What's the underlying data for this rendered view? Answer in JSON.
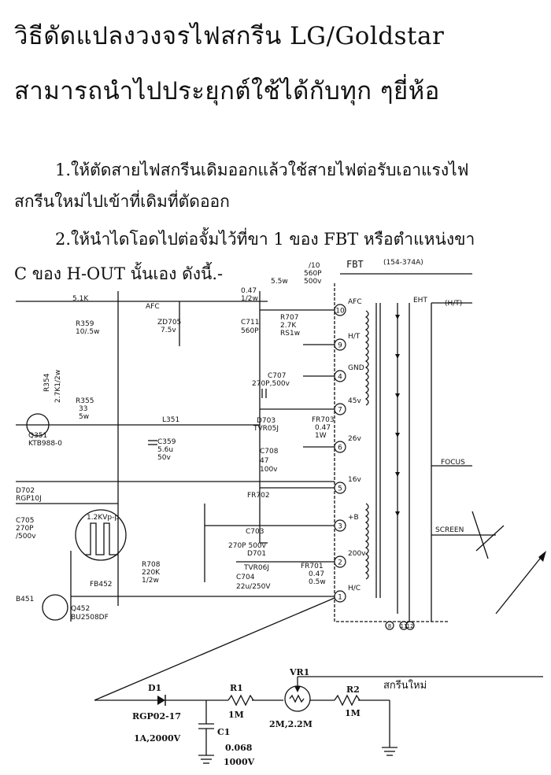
{
  "title": {
    "line1": "วิธีดัดแปลงวงจรไฟสกรีน LG/Goldstar",
    "line2": "สามารถนำไปประยุกต์ใช้ได้กับทุก ๆยี่ห้อ"
  },
  "instructions": {
    "step1_line1": "1.ให้ตัดสายไฟสกรีนเดิมออกแล้วใช้สายไฟต่อรับเอาแรงไฟ",
    "step1_line2": "สกรีนใหม่ไปเข้าที่เดิมที่ตัดออก",
    "step2_line1": "2.ให้นำไดโอดไปต่อจั้มไว้ที่ขา 1 ของ FBT หรือตำแหน่งขา",
    "step2_line2": "C ของ H-OUT นั้นเอง ดังนี้.-"
  },
  "schematic": {
    "fbt_title": "FBT",
    "fbt_part": "(154-374A)",
    "afc_tag": "AFC",
    "eht_tag": "(H/T)",
    "pins": [
      {
        "num": "10",
        "label": "AFC"
      },
      {
        "num": "9",
        "label": "H/T"
      },
      {
        "num": "4",
        "label": "GND"
      },
      {
        "num": "7",
        "label": "45v"
      },
      {
        "num": "6",
        "label": "26v"
      },
      {
        "num": "5",
        "label": "16v"
      },
      {
        "num": "3",
        "label": "+B"
      },
      {
        "num": "2",
        "label": "200v"
      },
      {
        "num": "1",
        "label": "H/C"
      }
    ],
    "bottom_pins": [
      "8",
      "11",
      "12"
    ],
    "right_labels": {
      "eht": "EHT",
      "focus": "FOCUS",
      "screen": "SCREEN"
    },
    "components": {
      "r_top": "5.1K",
      "r359": "R359",
      "r359_val": "10/.5w",
      "zd705": "ZD705",
      "zd705_val": "7.5v",
      "c_top": "0.47",
      "c_top_val": "1/2w",
      "c710": "/10",
      "c710_val1": "560P",
      "c710_val2": "500v",
      "r_5w": "5.5w",
      "c711": "C711",
      "c711_val": "560P",
      "r707": "R707",
      "r707_val1": "2.7K",
      "r707_val2": "RS1w",
      "r354": "R354",
      "r354_val": "2.7K1/2w",
      "r355": "R355",
      "r355_val1": "33",
      "r355_val2": "5w",
      "c707": "C707",
      "c707_val": "270P,500v",
      "d703": "D703",
      "d703_val": "TVR05J",
      "fr703": "FR703",
      "fr703_val1": "0.47",
      "fr703_val2": "1W",
      "q351": "Q351",
      "q351_val": "KTB988-0",
      "l351": "L351",
      "c359": "C359",
      "c359_val1": "5.6u",
      "c359_val2": "50v",
      "c708": "C708",
      "c708_val1": "47",
      "c708_val2": "100v",
      "d702": "D702",
      "d702_val": "RGP10J",
      "fr702": "FR702",
      "c705": "C705",
      "c705_val1": "270P",
      "c705_val2": "/500v",
      "wave_label": "1.2KVp-p",
      "c703": "C703",
      "c703_val": "270P 500v",
      "d701": "D701",
      "d701_val": "TVR06J",
      "fr701": "FR701",
      "fr701_val1": "0.47",
      "fr701_val2": "0.5w",
      "r708": "R708",
      "r708_val1": "220K",
      "r708_val2": "1/2w",
      "c704": "C704",
      "c704_val": "22u/250V",
      "fb452": "FB452",
      "b451": "B451",
      "q452": "Q452",
      "q452_val": "BU2508DF"
    },
    "added_circuit": {
      "d1": "D1",
      "d1_part": "RGP02-17",
      "d1_rating": "1A,2000V",
      "r1": "R1",
      "r1_val": "1M",
      "vr1": "VR1",
      "vr1_val": "2M,2.2M",
      "r2": "R2",
      "r2_val": "1M",
      "c1": "C1",
      "c1_val1": "0.068",
      "c1_val2": "1000V",
      "new_screen_label": "สกรีนใหม่"
    }
  }
}
